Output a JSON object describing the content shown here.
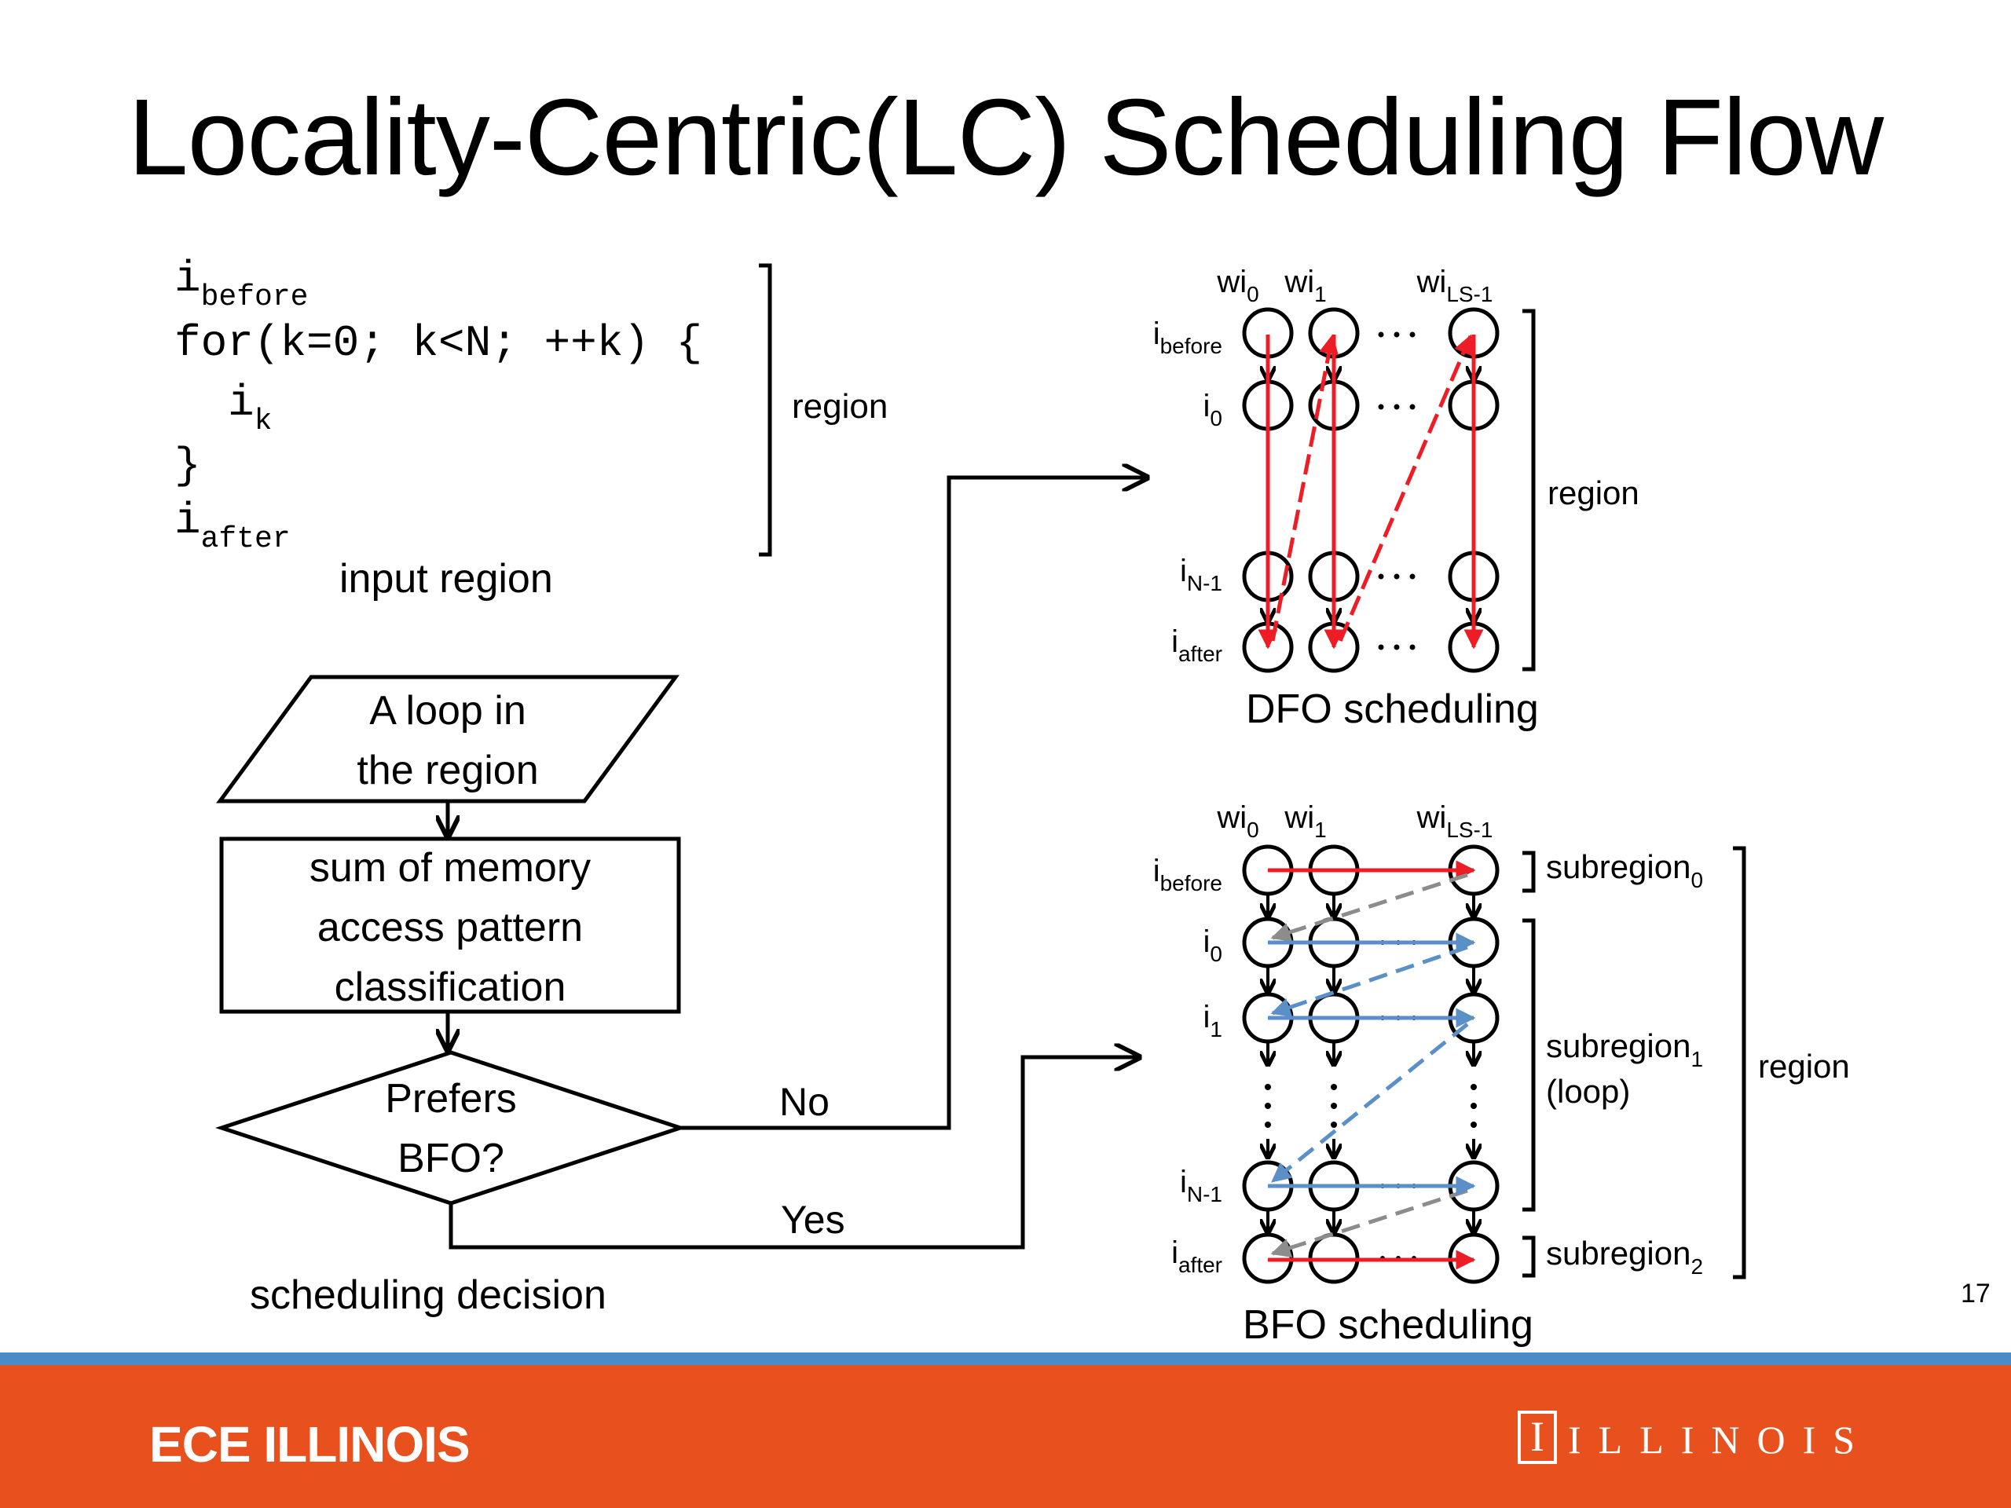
{
  "title": "Locality-Centric(LC) Scheduling Flow",
  "code": {
    "line_before": "i",
    "line_before_sub": "before",
    "line_for": "for(k=0; k<N; ++k) {",
    "line_body": "i",
    "line_body_sub": "k",
    "line_close": "}",
    "line_after": "i",
    "line_after_sub": "after"
  },
  "input_region_bracket_label": "region",
  "input_region_caption": "input region",
  "flowchart": {
    "parallelogram_line1": "A loop in",
    "parallelogram_line2": "the region",
    "process_line1": "sum of memory",
    "process_line2": "access pattern",
    "process_line3": "classification",
    "decision_line1": "Prefers",
    "decision_line2": "BFO?",
    "no_label": "No",
    "yes_label": "Yes",
    "caption": "scheduling decision"
  },
  "dfo": {
    "col_labels": [
      {
        "main": "wi",
        "sub": "0"
      },
      {
        "main": "wi",
        "sub": "1"
      },
      {
        "main": "wi",
        "sub": "LS-1"
      }
    ],
    "row_labels": [
      {
        "main": "i",
        "sub": "before"
      },
      {
        "main": "i",
        "sub": "0"
      },
      {
        "main": "i",
        "sub": "N-1"
      },
      {
        "main": "i",
        "sub": "after"
      }
    ],
    "region_label": "region",
    "caption": "DFO scheduling"
  },
  "bfo": {
    "col_labels": [
      {
        "main": "wi",
        "sub": "0"
      },
      {
        "main": "wi",
        "sub": "1"
      },
      {
        "main": "wi",
        "sub": "LS-1"
      }
    ],
    "row_labels": [
      {
        "main": "i",
        "sub": "before"
      },
      {
        "main": "i",
        "sub": "0"
      },
      {
        "main": "i",
        "sub": "1"
      },
      {
        "main": "i",
        "sub": "N-1"
      },
      {
        "main": "i",
        "sub": "after"
      }
    ],
    "subregion0": {
      "main": "subregion",
      "sub": "0"
    },
    "subregion1": {
      "main": "subregion",
      "sub": "1"
    },
    "subregion1_note": "(loop)",
    "subregion2": {
      "main": "subregion",
      "sub": "2"
    },
    "region_label": "region",
    "caption": "BFO scheduling"
  },
  "colors": {
    "red_arrow": "#ee1c24",
    "blue_arrow": "#5b8fc7",
    "gray_arrow": "#8c8c8c",
    "footer_orange": "#e8511e",
    "footer_stripe_blue": "#4b8cc8"
  },
  "page_number": "17",
  "footer": {
    "left_text": "ECE ILLINOIS",
    "logo_mark": "I",
    "logo_word": "ILLINOIS"
  }
}
